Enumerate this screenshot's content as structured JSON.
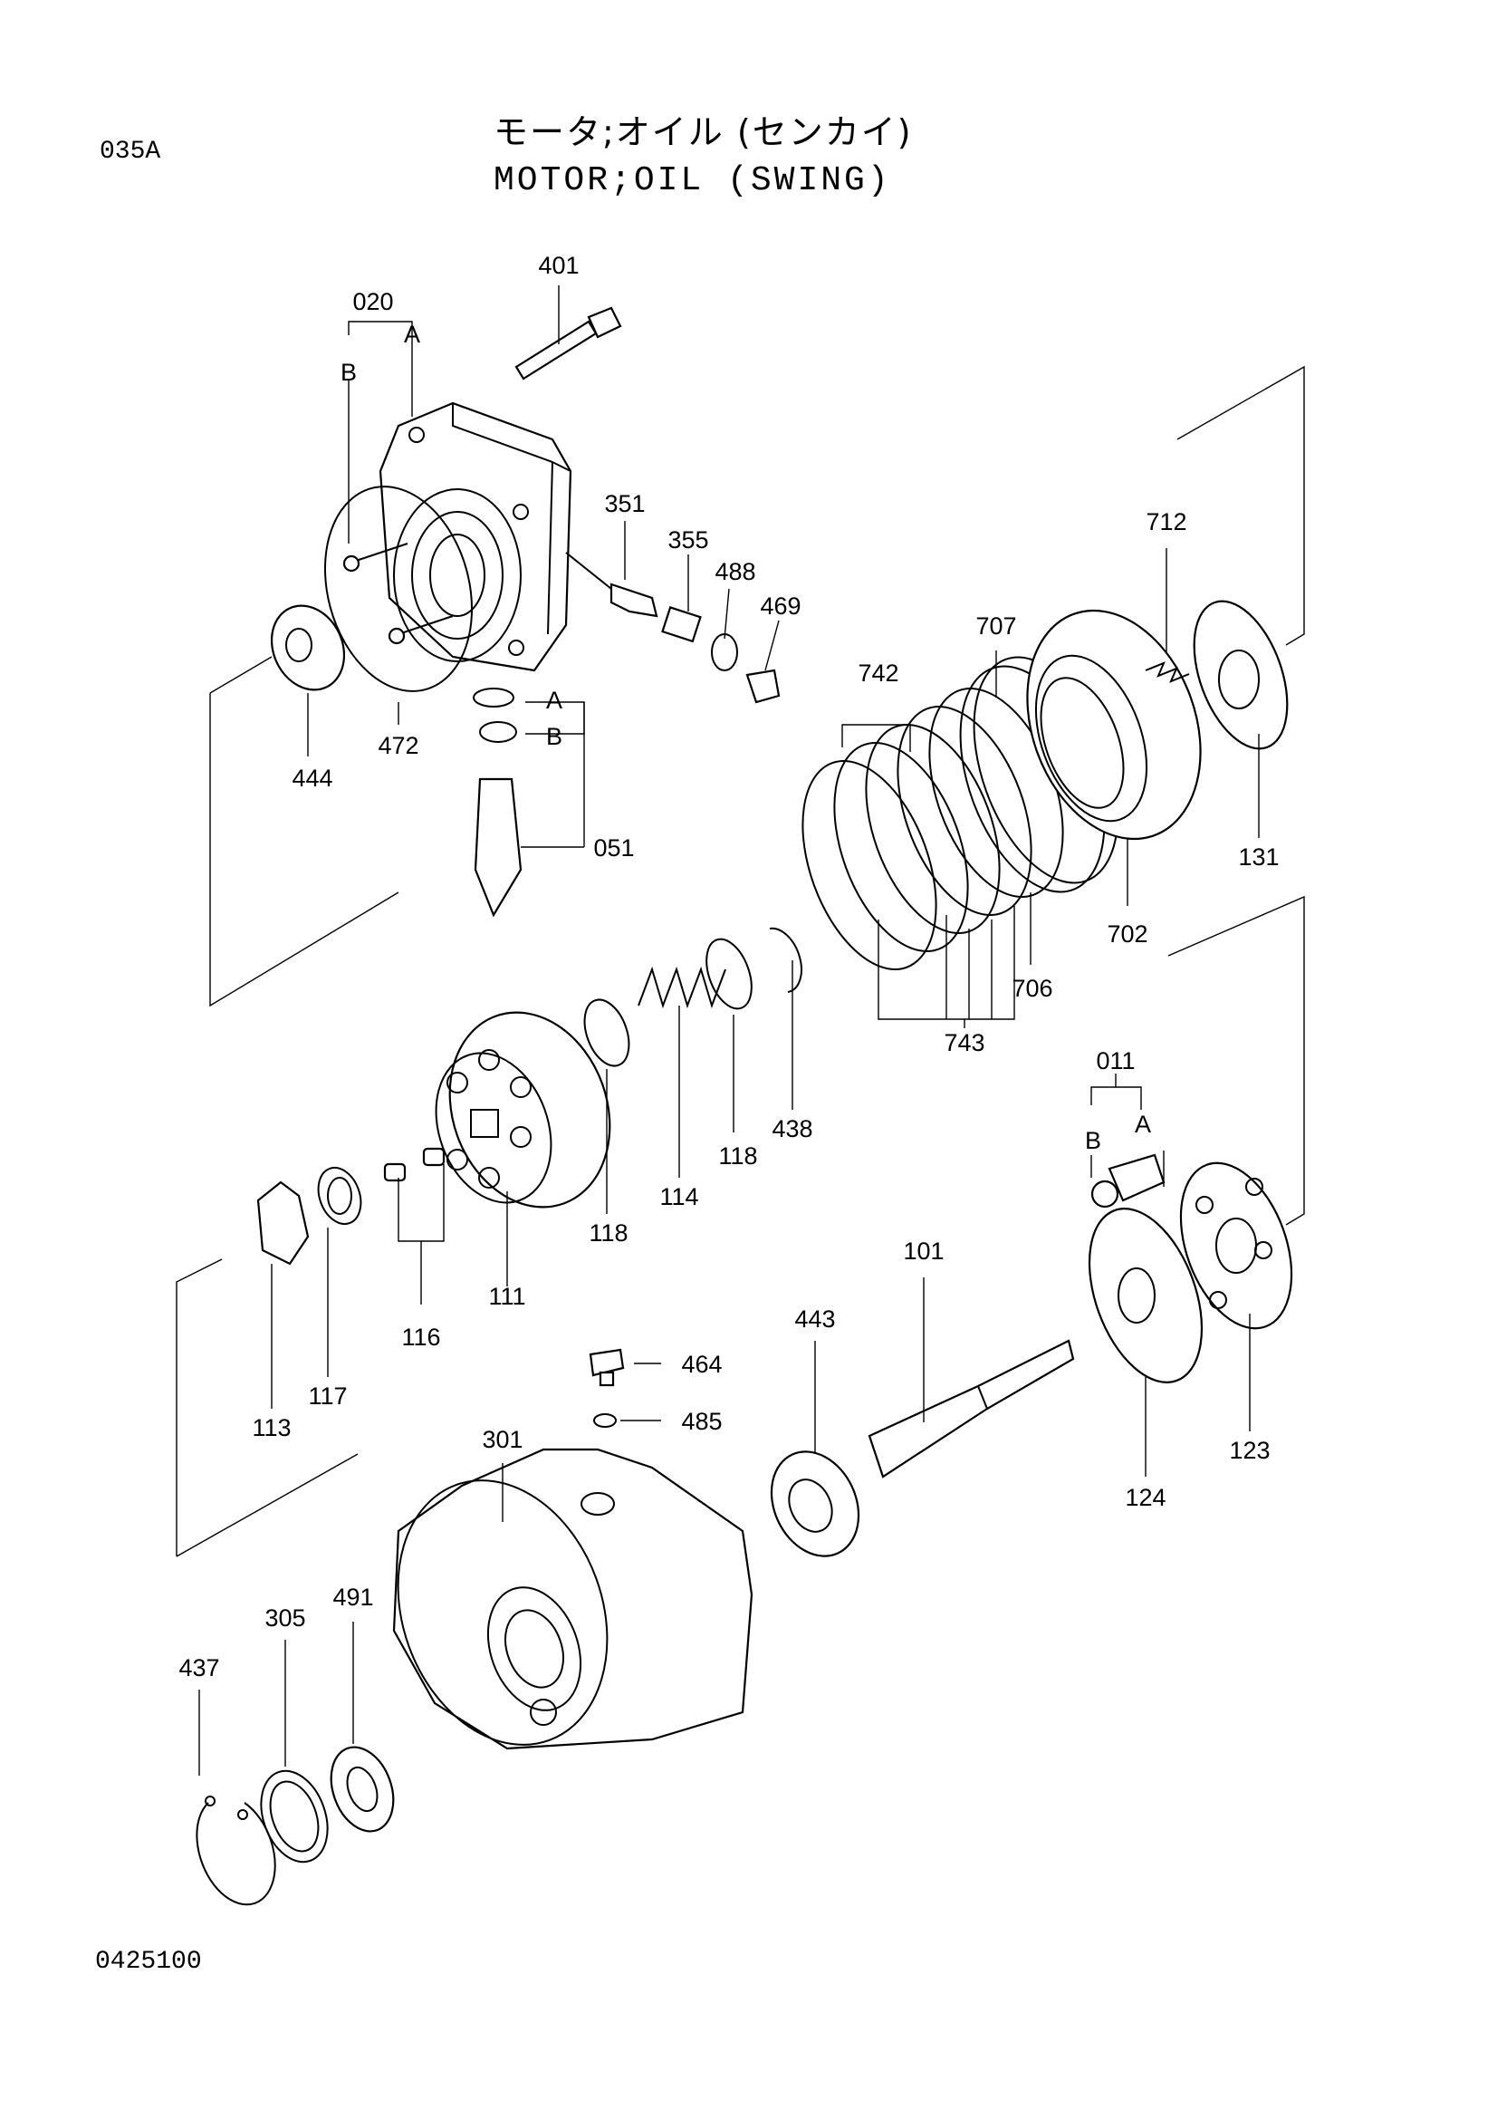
{
  "document": {
    "section_code": "035A",
    "title_jp": "モータ;オイル (センカイ)",
    "title_en": "MOTOR;OIL (SWING)",
    "figure_number": "0425100"
  },
  "parts": [
    {
      "id": "p401",
      "label": "401"
    },
    {
      "id": "p020",
      "label": "020"
    },
    {
      "id": "p020a",
      "label": "A"
    },
    {
      "id": "p020b",
      "label": "B"
    },
    {
      "id": "p351",
      "label": "351"
    },
    {
      "id": "p355",
      "label": "355"
    },
    {
      "id": "p488",
      "label": "488"
    },
    {
      "id": "p469",
      "label": "469"
    },
    {
      "id": "p712",
      "label": "712"
    },
    {
      "id": "p707",
      "label": "707"
    },
    {
      "id": "p742",
      "label": "742"
    },
    {
      "id": "p472",
      "label": "472"
    },
    {
      "id": "p444",
      "label": "444"
    },
    {
      "id": "pA",
      "label": "A"
    },
    {
      "id": "pB",
      "label": "B"
    },
    {
      "id": "p051",
      "label": "051"
    },
    {
      "id": "p131",
      "label": "131"
    },
    {
      "id": "p702",
      "label": "702"
    },
    {
      "id": "p706",
      "label": "706"
    },
    {
      "id": "p743",
      "label": "743"
    },
    {
      "id": "p438",
      "label": "438"
    },
    {
      "id": "p118a",
      "label": "118"
    },
    {
      "id": "p114",
      "label": "114"
    },
    {
      "id": "p118b",
      "label": "118"
    },
    {
      "id": "p011",
      "label": "011"
    },
    {
      "id": "p011a",
      "label": "A"
    },
    {
      "id": "p011b",
      "label": "B"
    },
    {
      "id": "p111",
      "label": "111"
    },
    {
      "id": "p116",
      "label": "116"
    },
    {
      "id": "p113",
      "label": "113"
    },
    {
      "id": "p117",
      "label": "117"
    },
    {
      "id": "p101",
      "label": "101"
    },
    {
      "id": "p443",
      "label": "443"
    },
    {
      "id": "p464",
      "label": "464"
    },
    {
      "id": "p485",
      "label": "485"
    },
    {
      "id": "p301",
      "label": "301"
    },
    {
      "id": "p123",
      "label": "123"
    },
    {
      "id": "p124",
      "label": "124"
    },
    {
      "id": "p491",
      "label": "491"
    },
    {
      "id": "p305",
      "label": "305"
    },
    {
      "id": "p437",
      "label": "437"
    }
  ]
}
